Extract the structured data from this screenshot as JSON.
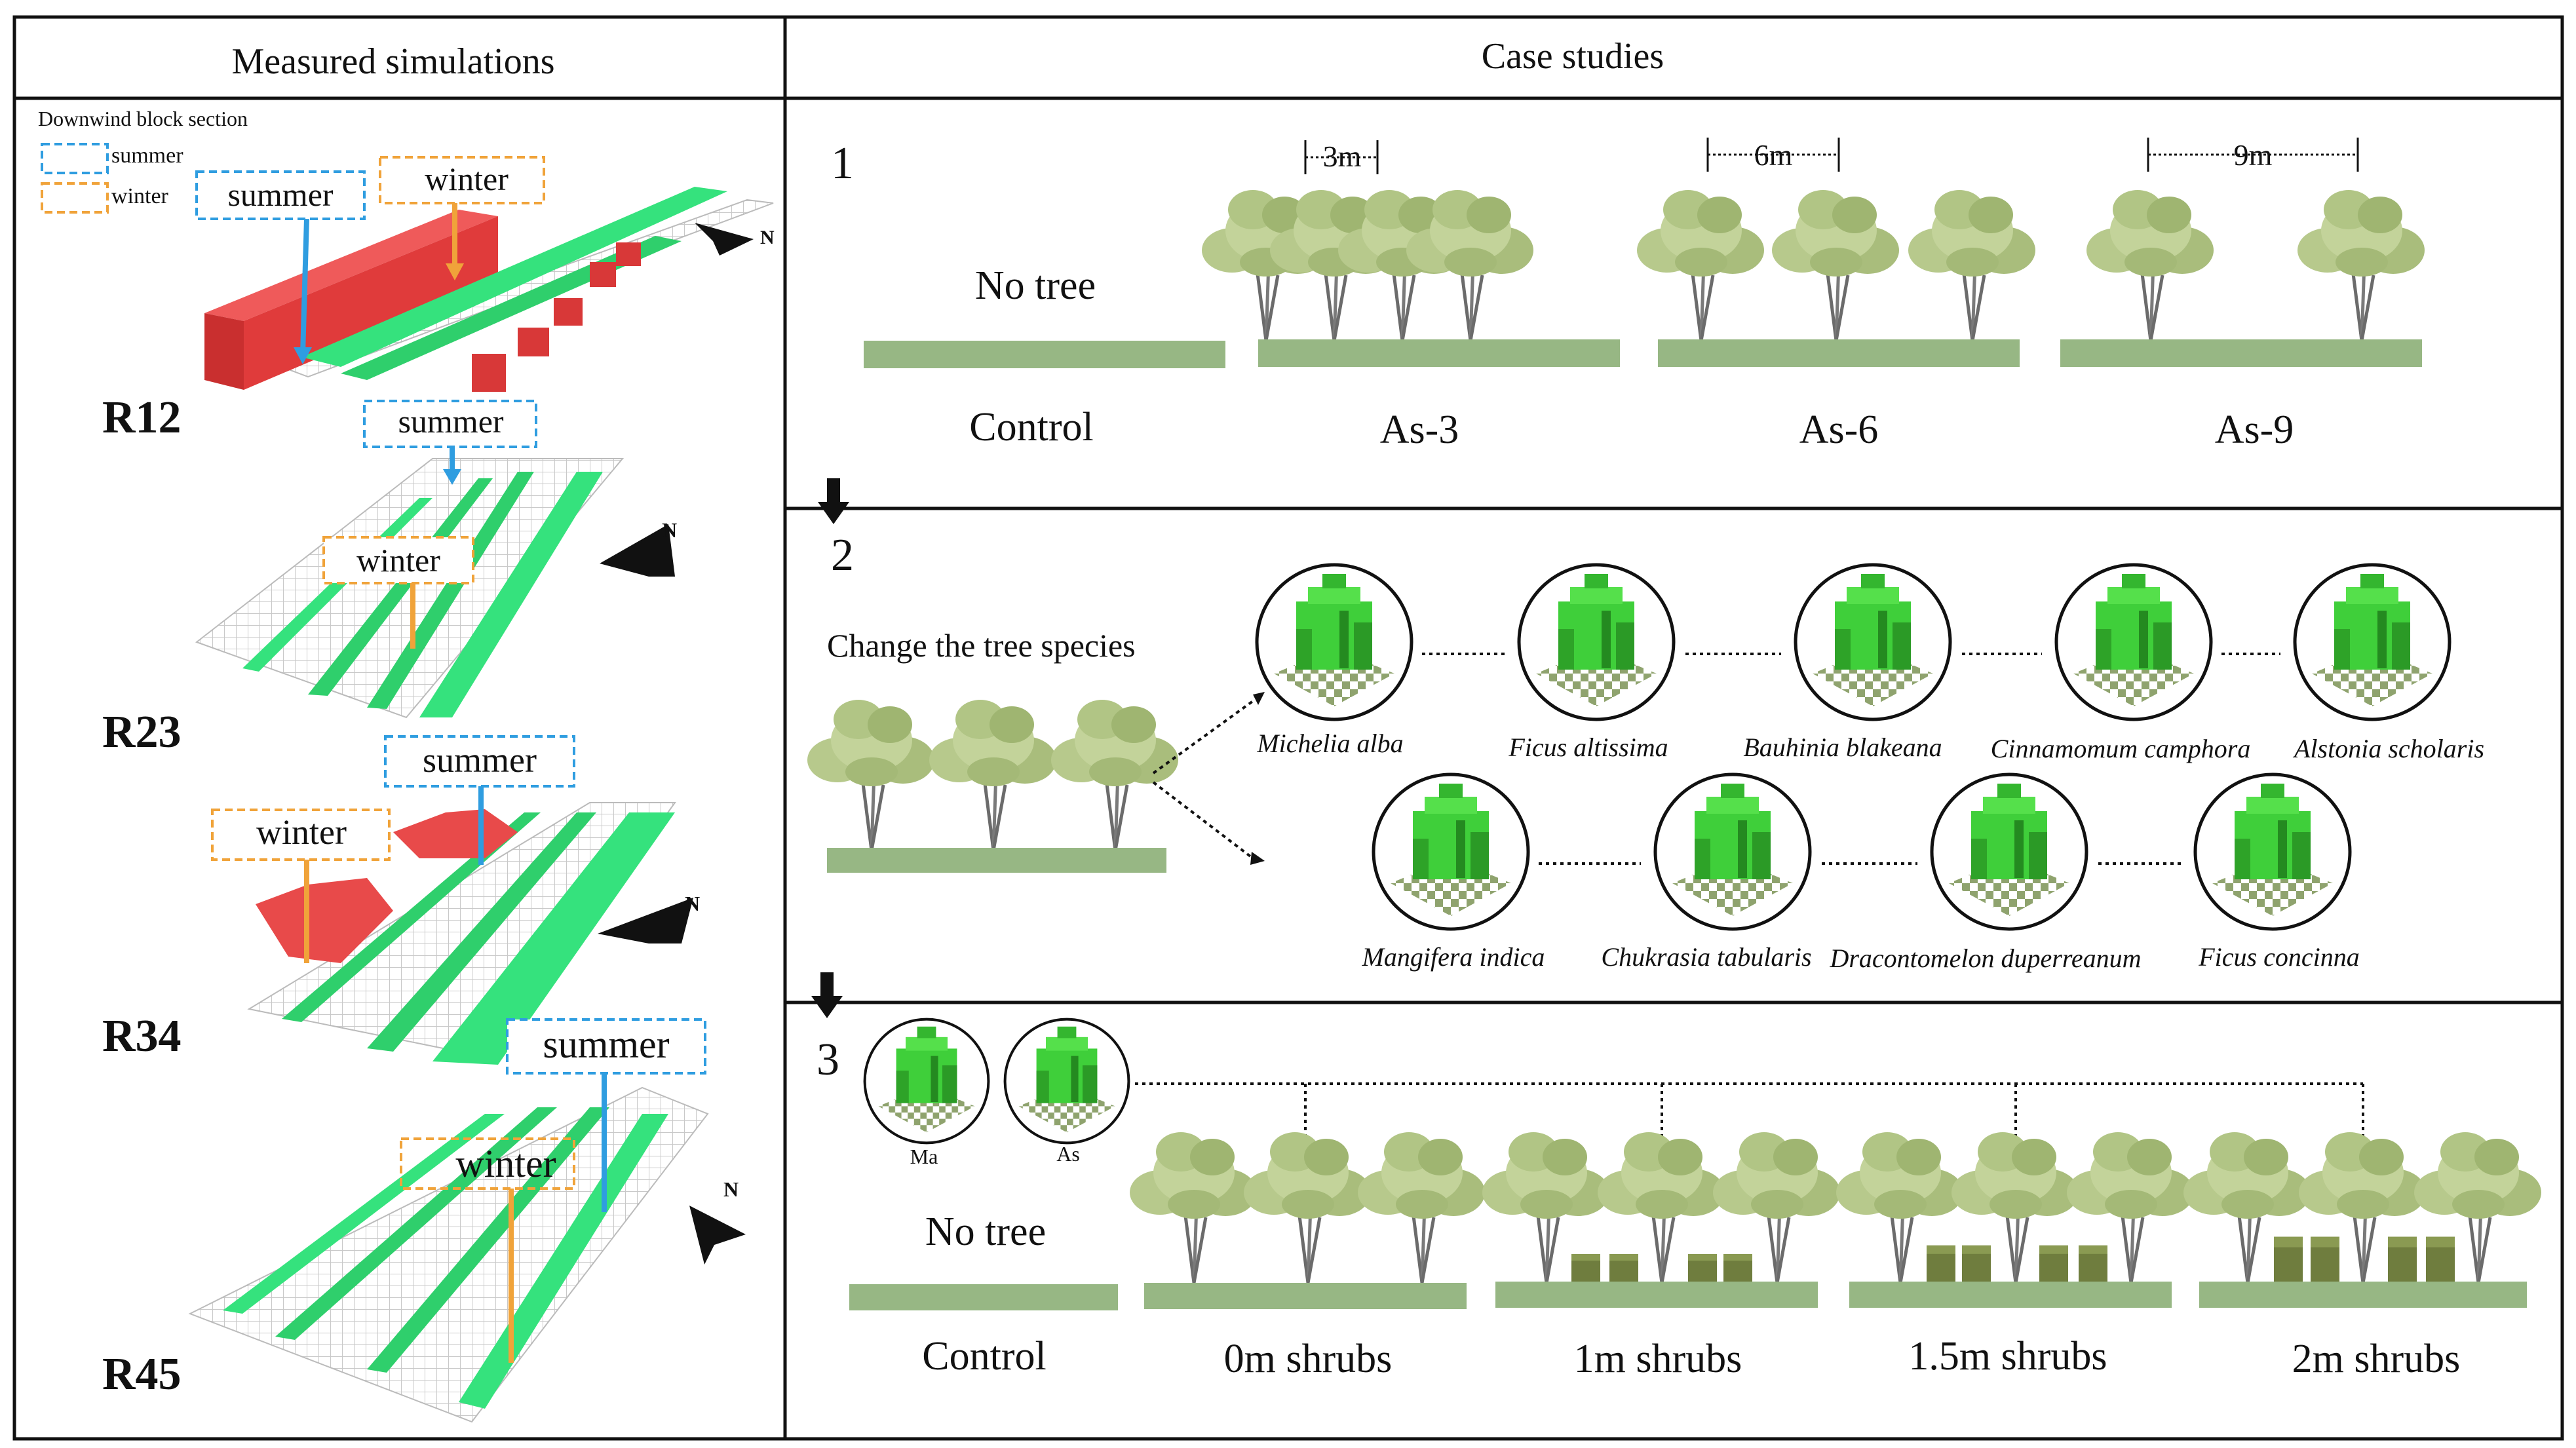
{
  "headers": {
    "left": "Measured simulations",
    "right": "Case studies"
  },
  "legend": {
    "title": "Downwind block section",
    "summer": "summer",
    "winter": "winter"
  },
  "colors": {
    "summer_dash": "#2f9de0",
    "winter_dash": "#f0a33a",
    "block_green": "#35e27d",
    "building_red": "#e03b3b",
    "ground_bar": "#97b784",
    "tree_foliage": "#b7c98c",
    "voxel_green": "#3fcf3a",
    "grid": "#c9c9c9"
  },
  "sites": [
    {
      "name": "R12",
      "summer": "summer",
      "winter": "winter",
      "north": "N"
    },
    {
      "name": "R23",
      "summer": "summer",
      "winter": "winter",
      "north": "N"
    },
    {
      "name": "R34",
      "summer": "summer",
      "winter": "winter",
      "north": "N"
    },
    {
      "name": "R45",
      "summer": "summer",
      "winter": "winter",
      "north": "N"
    }
  ],
  "case1": {
    "number": "1",
    "no_tree": "No tree",
    "control": "Control",
    "scenarios": [
      {
        "label": "As-3",
        "spacing": "3m"
      },
      {
        "label": "As-6",
        "spacing": "6m"
      },
      {
        "label": "As-9",
        "spacing": "9m"
      }
    ]
  },
  "case2": {
    "number": "2",
    "title": "Change the tree species",
    "species_row1": [
      "Michelia alba",
      "Ficus altissima",
      "Bauhinia blakeana",
      "Cinnamomum camphora",
      "Alstonia scholaris"
    ],
    "species_row2": [
      "Mangifera indica",
      "Chukrasia tabularis",
      "Dracontomelon duperreanum",
      "Ficus concinna"
    ]
  },
  "case3": {
    "number": "3",
    "tree_types": [
      "Ma",
      "As"
    ],
    "no_tree": "No tree",
    "control": "Control",
    "scenarios": [
      "0m shrubs",
      "1m shrubs",
      "1.5m shrubs",
      "2m shrubs"
    ]
  }
}
